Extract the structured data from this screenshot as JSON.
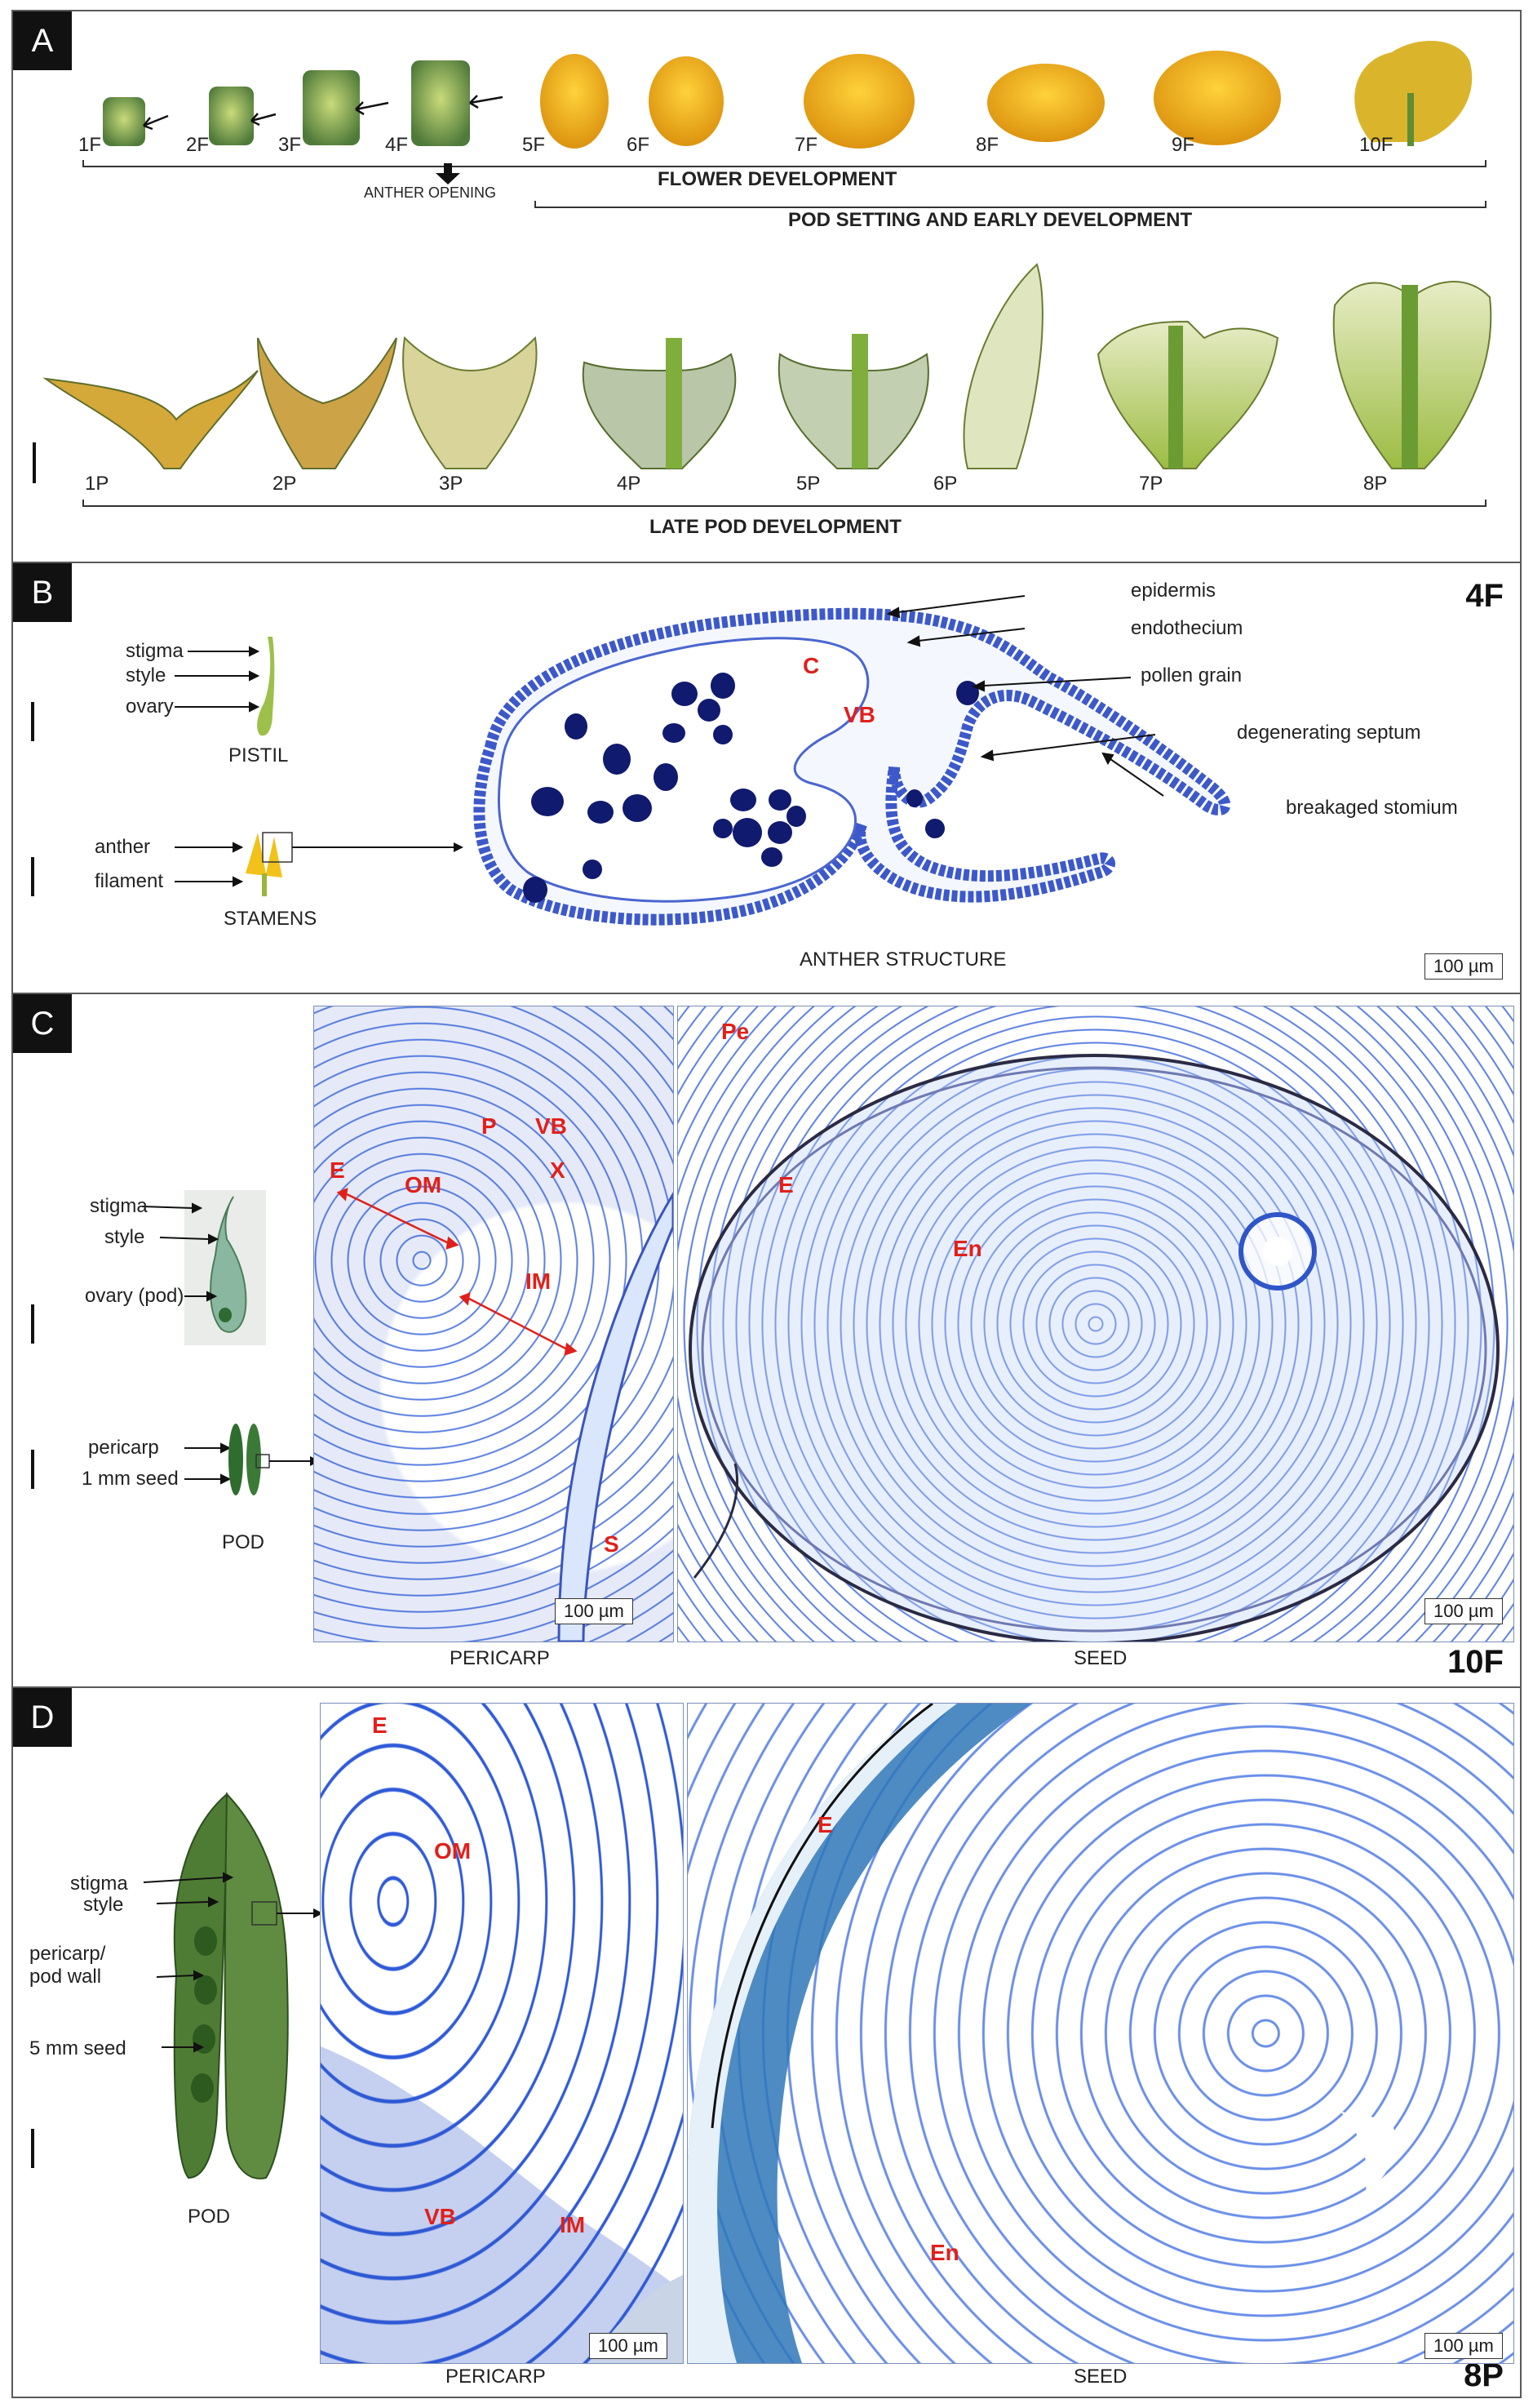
{
  "panelA": {
    "label": "A",
    "flower_stages": [
      "1F",
      "2F",
      "3F",
      "4F",
      "5F",
      "6F",
      "7F",
      "8F",
      "9F",
      "10F"
    ],
    "anther_opening": "ANTHER OPENING",
    "flower_dev": "FLOWER DEVELOPMENT",
    "pod_setting": "POD SETTING AND EARLY DEVELOPMENT",
    "pod_stages": [
      "1P",
      "2P",
      "3P",
      "4P",
      "5P",
      "6P",
      "7P",
      "8P"
    ],
    "late_pod": "LATE POD DEVELOPMENT"
  },
  "panelB": {
    "label": "B",
    "stage": "4F",
    "left_labels": {
      "stigma": "stigma",
      "style": "style",
      "ovary": "ovary",
      "pistil": "PISTIL",
      "anther": "anther",
      "filament": "filament",
      "stamens": "STAMENS"
    },
    "right_labels": {
      "epidermis": "epidermis",
      "endothecium": "endothecium",
      "pollen": "pollen grain",
      "septum": "degenerating septum",
      "stomium": "breakaged stomium"
    },
    "red": {
      "c": "C",
      "vb": "VB"
    },
    "caption": "ANTHER STRUCTURE",
    "scale": "100 µm"
  },
  "panelC": {
    "label": "C",
    "stage": "10F",
    "left_labels": {
      "stigma": "stigma",
      "style": "style",
      "ovary": "ovary (pod)",
      "pericarp": "pericarp",
      "seed": "1 mm seed",
      "pod": "POD"
    },
    "red_peri": {
      "e": "E",
      "om": "OM",
      "p": "P",
      "vb": "VB",
      "x": "X",
      "im": "IM",
      "s": "S"
    },
    "red_seed": {
      "pe": "Pe",
      "e": "E",
      "en": "En"
    },
    "cap_peri": "PERICARP",
    "cap_seed": "SEED",
    "scale": "100 µm"
  },
  "panelD": {
    "label": "D",
    "stage": "8P",
    "left_labels": {
      "stigma": "stigma",
      "style": "style",
      "pericarp1": "pericarp/",
      "pericarp2": "pod wall",
      "seed": "5 mm seed",
      "pod": "POD"
    },
    "red_peri": {
      "e": "E",
      "om": "OM",
      "vb": "VB",
      "im": "IM"
    },
    "red_seed": {
      "e": "E",
      "en": "En"
    },
    "cap_peri": "PERICARP",
    "cap_seed": "SEED",
    "scale": "100 µm"
  },
  "colors": {
    "red_label": "#e0201b",
    "tissue_blue": "#2f55c8",
    "flower_yellow": "#e8b21a",
    "pod_green": "#3d6b2a"
  }
}
